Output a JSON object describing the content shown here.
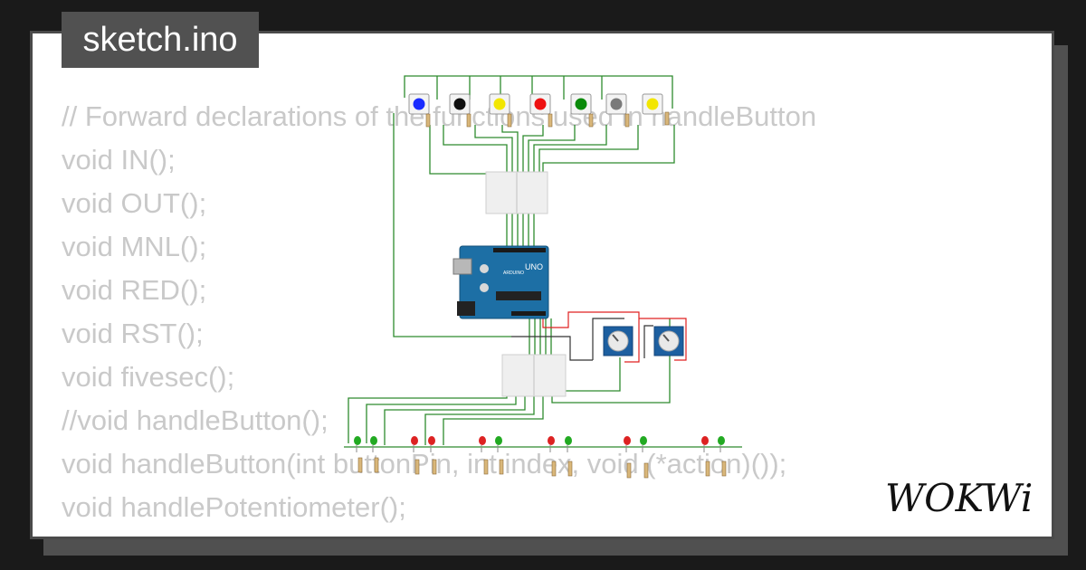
{
  "file_tab": {
    "label": "sketch.ino"
  },
  "code_lines": [
    "// Forward declarations of the functions used in handleButton",
    "void IN();",
    "void OUT();",
    "void MNL();",
    "void RED();",
    "void RST();",
    "void fivesec();",
    "//void handleButton();",
    "void handleButton(int buttonPin, int index, void (*action)());",
    "void handlePotentiometer();"
  ],
  "board": {
    "label": "UNO",
    "brand": "ARDUINO"
  },
  "logo": {
    "text": "WOKWi"
  },
  "colors": {
    "background": "#1a1a1a",
    "card": "#ffffff",
    "tab": "#515151",
    "code_text": "#c9c9c9",
    "wire_green": "#2e8b2e",
    "wire_red": "#e02020",
    "board_blue": "#1d6fa5"
  },
  "buttons": [
    {
      "name": "button-blue",
      "color": "#1a2cff"
    },
    {
      "name": "button-black",
      "color": "#111111"
    },
    {
      "name": "button-yellow",
      "color": "#f2e600"
    },
    {
      "name": "button-red",
      "color": "#ee1111"
    },
    {
      "name": "button-green",
      "color": "#0a8a0a"
    },
    {
      "name": "button-gray",
      "color": "#7a7a7a"
    },
    {
      "name": "button-yellow-2",
      "color": "#f2e600"
    }
  ]
}
